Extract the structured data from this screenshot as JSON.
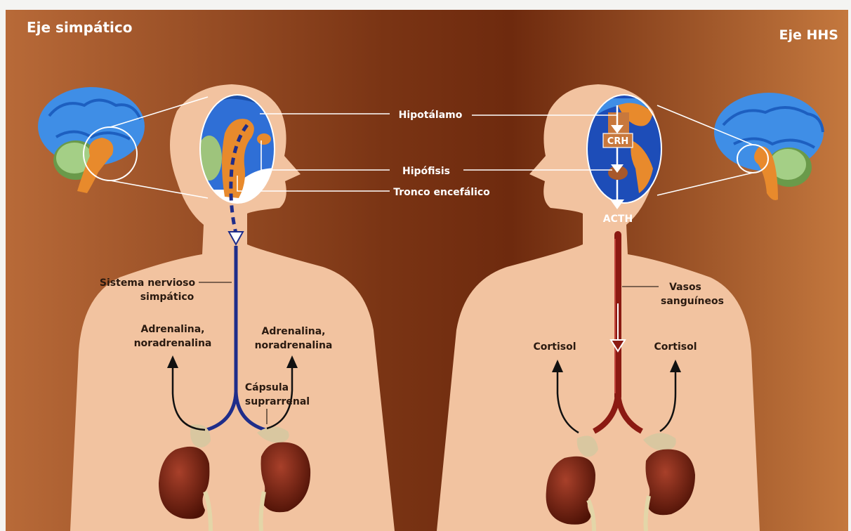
{
  "titles": {
    "left": "Eje simpático",
    "right": "Eje HHS"
  },
  "labels": {
    "hipotalamo": "Hipotálamo",
    "hipofisis": "Hipófisis",
    "tronco": "Tronco encefálico",
    "crh": "CRH",
    "acth": "ACTH",
    "sistema_line1": "Sistema nervioso",
    "sistema_line2": "simpático",
    "vasos_line1": "Vasos",
    "vasos_line2": "sanguíneos",
    "adren_left_line1": "Adrenalina,",
    "adren_left_line2": "noradrenalina",
    "adren_right_line1": "Adrenalina,",
    "adren_right_line2": "noradrenalina",
    "capsula_line1": "Cápsula",
    "capsula_line2": "suprarrenal",
    "cortisol_left": "Cortisol",
    "cortisol_right": "Cortisol"
  },
  "colors": {
    "background_dark": "#6e2d0e",
    "background_light": "#c07440",
    "skin": "#f2c3a0",
    "brain_blue": "#3f8ee6",
    "brain_orange": "#e88a2c",
    "cerebellum_green": "#8ab86a",
    "nerve_blue": "#1f2d8a",
    "vessel_red": "#8b1a12",
    "kidney": "#6a1c0e",
    "adrenal": "#d9c7a0"
  }
}
